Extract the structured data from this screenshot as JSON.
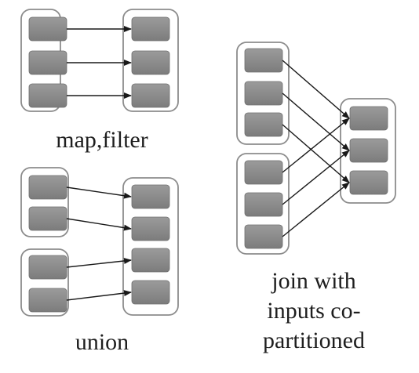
{
  "captions": {
    "map_filter": "map,filter",
    "union": "union",
    "join_line1": "join with",
    "join_line2": "inputs co-",
    "join_line3": "partitioned"
  },
  "colors": {
    "container_stroke": "#8c8c8c",
    "partition_fill": "#8a8a8a",
    "arrow": "#1a1a1a",
    "text": "#1e1e1e"
  },
  "diagrams": [
    {
      "id": "map-filter",
      "rdds": [
        {
          "id": "mf-parent",
          "partitions": 3
        },
        {
          "id": "mf-child",
          "partitions": 3
        }
      ],
      "edges": [
        [
          "mf-parent",
          0,
          "mf-child",
          0
        ],
        [
          "mf-parent",
          1,
          "mf-child",
          1
        ],
        [
          "mf-parent",
          2,
          "mf-child",
          2
        ]
      ]
    },
    {
      "id": "union",
      "rdds": [
        {
          "id": "un-parent-a",
          "partitions": 2
        },
        {
          "id": "un-parent-b",
          "partitions": 2
        },
        {
          "id": "un-child",
          "partitions": 4
        }
      ],
      "edges": [
        [
          "un-parent-a",
          0,
          "un-child",
          0
        ],
        [
          "un-parent-a",
          1,
          "un-child",
          1
        ],
        [
          "un-parent-b",
          0,
          "un-child",
          2
        ],
        [
          "un-parent-b",
          1,
          "un-child",
          3
        ]
      ]
    },
    {
      "id": "join",
      "rdds": [
        {
          "id": "jn-parent-a",
          "partitions": 3
        },
        {
          "id": "jn-parent-b",
          "partitions": 3
        },
        {
          "id": "jn-child",
          "partitions": 3
        }
      ],
      "edges": [
        [
          "jn-parent-a",
          0,
          "jn-child",
          0
        ],
        [
          "jn-parent-a",
          1,
          "jn-child",
          1
        ],
        [
          "jn-parent-a",
          2,
          "jn-child",
          2
        ],
        [
          "jn-parent-b",
          0,
          "jn-child",
          0
        ],
        [
          "jn-parent-b",
          1,
          "jn-child",
          1
        ],
        [
          "jn-parent-b",
          2,
          "jn-child",
          2
        ]
      ]
    }
  ]
}
